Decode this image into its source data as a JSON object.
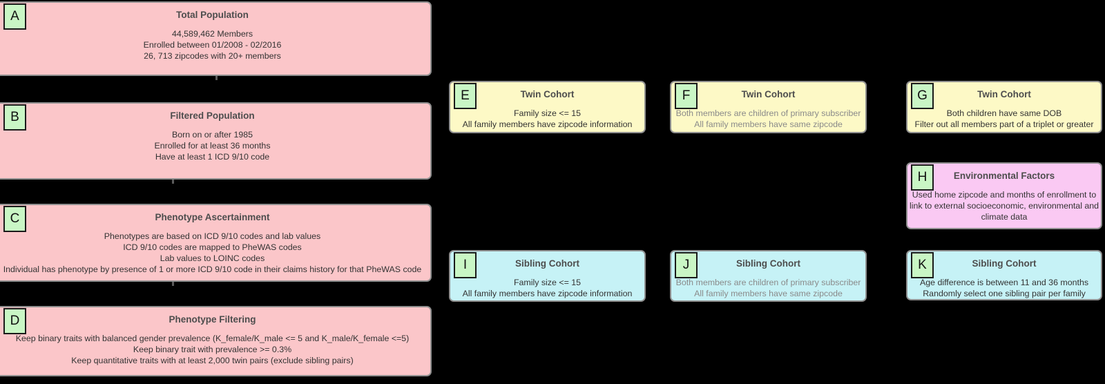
{
  "diagram_title": "Cohort construction flowchart",
  "palette": {
    "background": "#000000",
    "population_box_fill": "#fbc6c9",
    "twin_box_fill": "#fdf9c6",
    "sibling_box_fill": "#c6f2f6",
    "environment_box_fill": "#fac9f3",
    "letter_badge_fill": "#c9f6c5",
    "box_border": "#8f8f8f",
    "title_text": "#4d4d4d",
    "body_text": "#333333",
    "muted_body_text": "#8a8a8a"
  },
  "boxes": [
    {
      "letter": "A",
      "title": "Total Population",
      "lines": [
        "44,589,462 Members",
        "Enrolled between 01/2008 - 02/2016",
        "26, 713 zipcodes with 20+ members"
      ]
    },
    {
      "letter": "B",
      "title": "Filtered Population",
      "lines": [
        "Born on or after 1985",
        "Enrolled for at least 36 months",
        "Have at least 1 ICD 9/10 code"
      ]
    },
    {
      "letter": "C",
      "title": "Phenotype Ascertainment",
      "lines": [
        "Phenotypes are based on ICD 9/10 codes and lab values",
        "ICD 9/10 codes are mapped to PheWAS codes",
        "Lab values to LOINC codes",
        "Individual has phenotype by presence of 1 or more ICD 9/10 code in their claims history for that PheWAS code"
      ]
    },
    {
      "letter": "D",
      "title": "Phenotype Filtering",
      "lines": [
        "Keep binary traits with balanced gender prevalence (K_female/K_male <= 5 and K_male/K_female <=5)",
        "Keep binary trait with prevalence >= 0.3%",
        "Keep quantitative traits with at least 2,000 twin pairs (exclude sibling pairs)"
      ]
    },
    {
      "letter": "E",
      "title": "Twin Cohort",
      "lines": [
        "Family size <= 15",
        "All family members have zipcode information"
      ]
    },
    {
      "letter": "F",
      "title": "Twin Cohort",
      "lines": [
        "Both members are children of primary subscriber",
        "All family members have same zipcode"
      ]
    },
    {
      "letter": "G",
      "title": "Twin Cohort",
      "lines": [
        "Both children have same DOB",
        "Filter out all members part of a triplet or greater"
      ]
    },
    {
      "letter": "H",
      "title": "Environmental Factors",
      "lines": [
        "Used home zipcode and months of enrollment to",
        "link to external socioeconomic, environmental and",
        "climate data"
      ]
    },
    {
      "letter": "I",
      "title": "Sibling Cohort",
      "lines": [
        "Family size <= 15",
        "All family members have zipcode information"
      ]
    },
    {
      "letter": "J",
      "title": "Sibling Cohort",
      "lines": [
        "Both members are children of primary subscriber",
        "All family members have same zipcode"
      ]
    },
    {
      "letter": "K",
      "title": "Sibling Cohort",
      "lines": [
        "Age difference is between 11 and 36 months",
        "Randomly select one sibling pair per family"
      ]
    }
  ]
}
